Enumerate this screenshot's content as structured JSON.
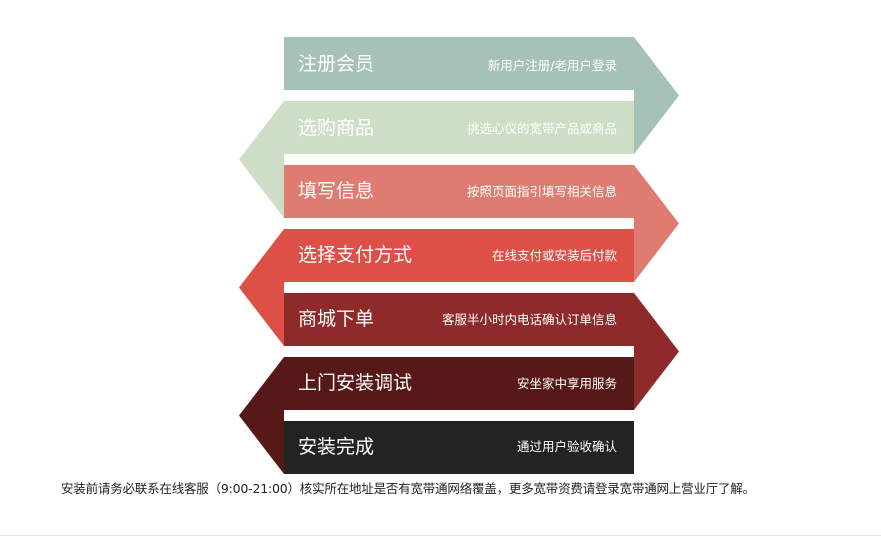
{
  "steps": [
    {
      "title": "注册会员",
      "desc": "新用户注册/老用户登录",
      "color": "#a6c2b5",
      "arrow": "right"
    },
    {
      "title": "选购商品",
      "desc": "挑选心仪的宽带产品或商品",
      "color": "#ceddc6",
      "arrow": "left"
    },
    {
      "title": "填写信息",
      "desc": "按照页面指引填写相关信息",
      "color": "#de7c72",
      "arrow": "right"
    },
    {
      "title": "选择支付方式",
      "desc": "在线支付或安装后付款",
      "color": "#de5047",
      "arrow": "left"
    },
    {
      "title": "商城下单",
      "desc": "客服半小时内电话确认订单信息",
      "color": "#8e2a29",
      "arrow": "right"
    },
    {
      "title": "上门安装调试",
      "desc": "安坐家中享用服务",
      "color": "#571818",
      "arrow": "left"
    },
    {
      "title": "安装完成",
      "desc": "通过用户验收确认",
      "color": "#222323",
      "arrow": "none"
    }
  ],
  "footer_note": "安装前请务必联系在线客服（9:00-21:00）核实所在地址是否有宽带通网络覆盖，更多宽带资费请登录宽带通网上营业厅了解。"
}
